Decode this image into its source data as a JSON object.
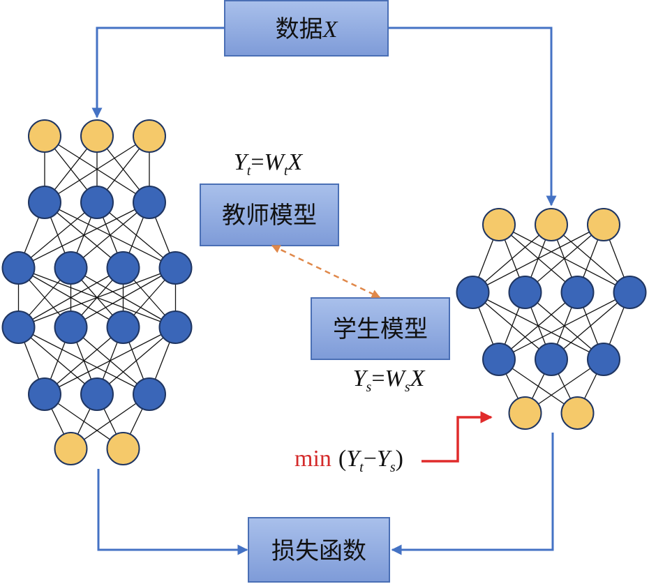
{
  "boxes": {
    "data": {
      "label": "数据",
      "var": "X"
    },
    "teacher": {
      "label": "教师模型"
    },
    "student": {
      "label": "学生模型"
    },
    "loss": {
      "label": "损失函数"
    }
  },
  "formulas": {
    "teacher": {
      "y": "Y",
      "ysub": "t",
      "eq": "=",
      "w": "W",
      "wsub": "t",
      "x": "X"
    },
    "student": {
      "y": "Y",
      "ysub": "s",
      "eq": "=",
      "w": "W",
      "wsub": "s",
      "x": "X"
    },
    "objective": {
      "fn": "min",
      "open": "(",
      "a": "Y",
      "asub": "t",
      "minus": "−",
      "b": "Y",
      "bsub": "s",
      "close": ")"
    }
  },
  "networks": {
    "teacher_layers": [
      3,
      3,
      4,
      4,
      3,
      2
    ],
    "student_layers": [
      3,
      4,
      3,
      2
    ],
    "layer_kinds_teacher": [
      "io",
      "hidden",
      "hidden",
      "hidden",
      "hidden",
      "io"
    ],
    "layer_kinds_student": [
      "io",
      "hidden",
      "hidden",
      "io"
    ]
  },
  "colors": {
    "box_fill": "#7E9BD8",
    "box_stroke": "#4A6FB5",
    "flow_arrow": "#4472C4",
    "hidden_node": "#3A66B8",
    "io_node": "#F5C96A",
    "node_stroke": "#1F3561",
    "link": "#111111",
    "dashed_arrow": "#E0884A",
    "objective_fn": "#D42A2A",
    "objective_arrow": "#E02B2B"
  }
}
